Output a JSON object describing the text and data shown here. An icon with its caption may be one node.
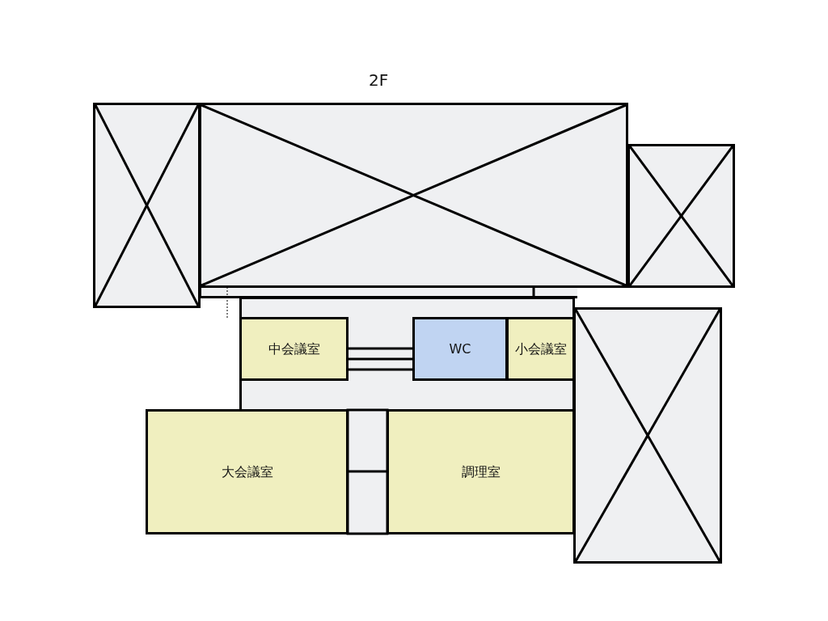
{
  "diagram": {
    "title": "2F",
    "nodes": [
      {
        "text": [],
        "shape": "box"
      },
      {
        "text": [],
        "shape": "box"
      },
      {
        "text": [],
        "shape": "box"
      },
      {
        "text": [],
        "shape": "box"
      },
      {
        "text": [
          "中会議室"
        ]
      },
      {
        "text": [
          "WC"
        ]
      },
      {
        "text": [
          "小会議室"
        ]
      },
      {
        "text": [
          "大会議室"
        ]
      },
      {
        "text": [
          "調理室"
        ]
      }
    ]
  }
}
